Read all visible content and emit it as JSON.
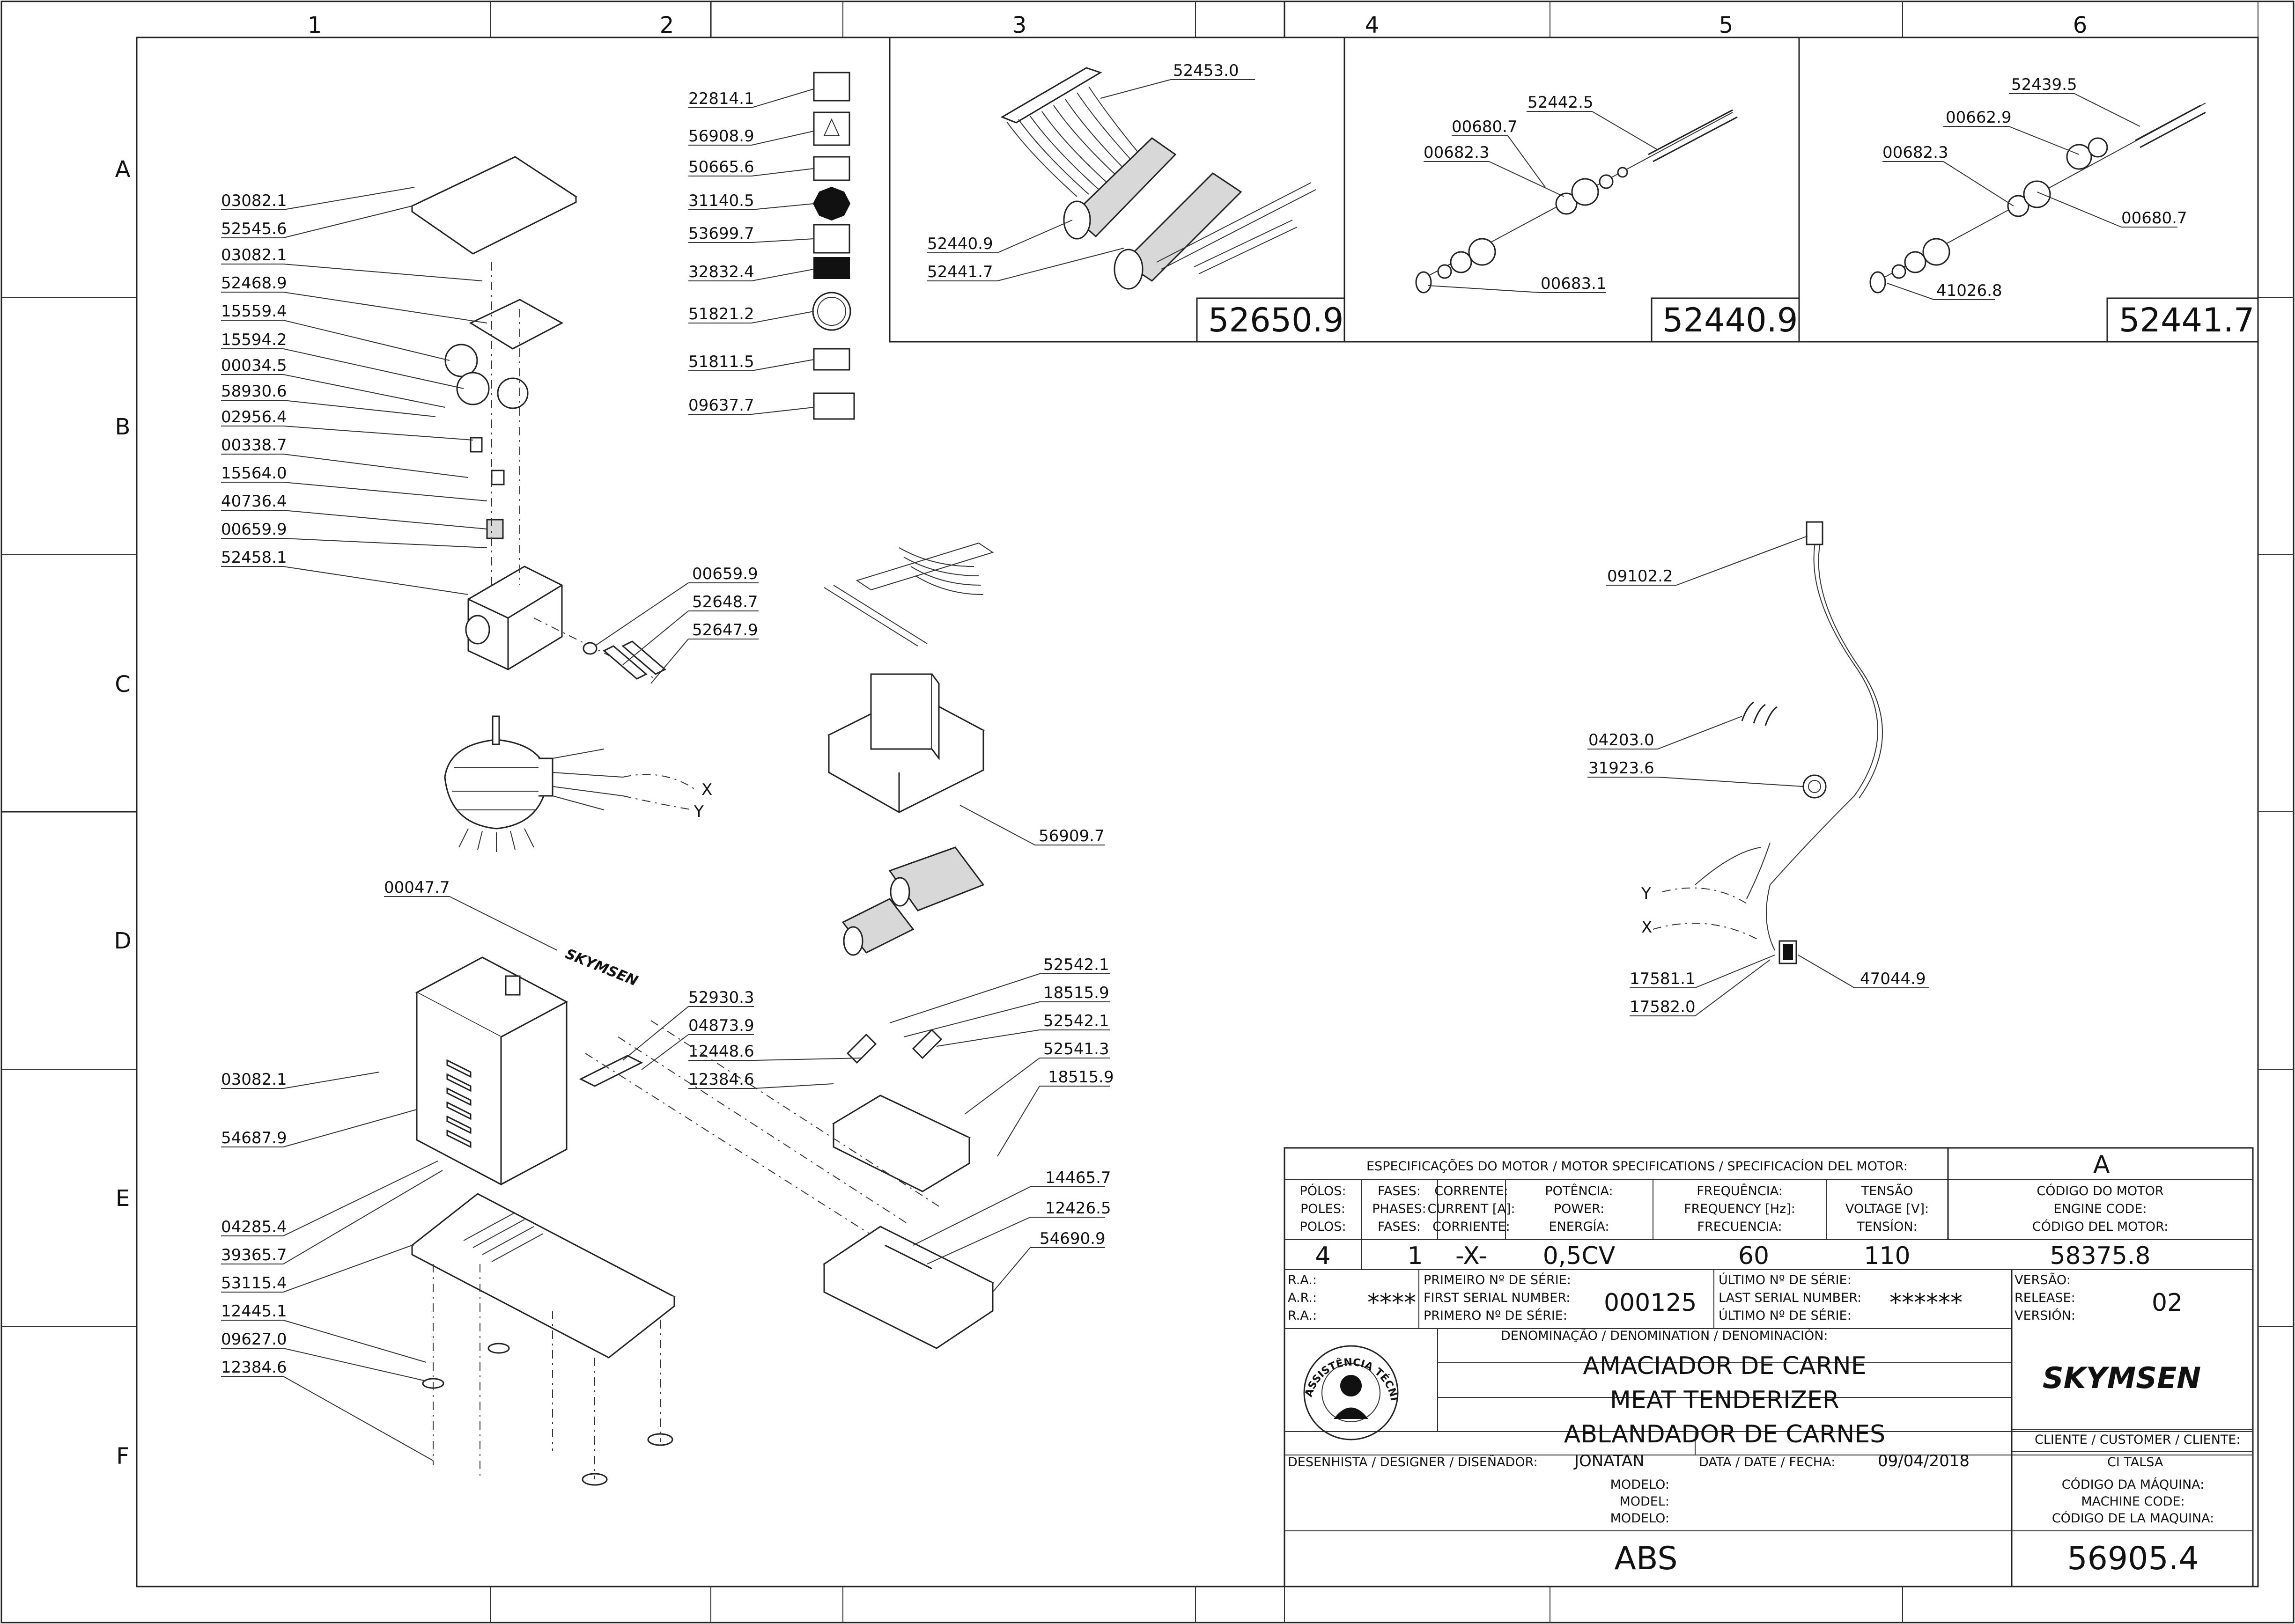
{
  "grid": {
    "columns": [
      "1",
      "2",
      "3",
      "4",
      "5",
      "6"
    ],
    "rows": [
      "A",
      "B",
      "C",
      "D",
      "E",
      "F"
    ]
  },
  "callouts_column1": [
    "03082.1",
    "52545.6",
    "03082.1",
    "52468.9",
    "15559.4",
    "15594.2",
    "00034.5",
    "58930.6",
    "02956.4",
    "00338.7",
    "15564.0",
    "40736.4",
    "00659.9",
    "52458.1"
  ],
  "callouts_motor": [
    "00659.9",
    "52648.7",
    "52647.9"
  ],
  "wire_marks": {
    "x": "X",
    "y": "Y"
  },
  "labels_stack": [
    "22814.1",
    "56908.9",
    "50665.6",
    "31140.5",
    "53699.7",
    "32832.4",
    "51821.2",
    "51811.5",
    "09637.7"
  ],
  "detail_boxes": [
    {
      "code": "52650.9",
      "parts": [
        "52453.0",
        "52440.9",
        "52441.7"
      ]
    },
    {
      "code": "52440.9",
      "parts": [
        "52442.5",
        "00680.7",
        "00682.3",
        "00683.1"
      ]
    },
    {
      "code": "52441.7",
      "parts": [
        "52439.5",
        "00662.9",
        "00682.3",
        "00680.7",
        "41026.8"
      ]
    }
  ],
  "center_callouts": [
    "56909.7",
    "52542.1",
    "18515.9",
    "52542.1",
    "52541.3",
    "18515.9",
    "52930.3",
    "04873.9",
    "12448.6",
    "12384.6",
    "14465.7",
    "12426.5",
    "54690.9"
  ],
  "lower_callouts": [
    "00047.7",
    "03082.1",
    "54687.9",
    "04285.4",
    "39365.7",
    "53115.4",
    "12445.1",
    "09627.0",
    "12384.6"
  ],
  "cable_callouts": [
    "09102.2",
    "04203.0",
    "31923.6",
    "17581.1",
    "17582.0",
    "47044.9"
  ],
  "cable_marks": {
    "y": "Y",
    "x": "X"
  },
  "logos": {
    "brand": "SKYMSEN",
    "seal_top": "ASSISTÊNCIA TÉCNICA AUTORIZADA"
  },
  "title_block": {
    "motor_spec_header": "ESPECIFICAÇÕES DO MOTOR / MOTOR SPECIFICATIONS / SPECIFICACÍON DEL MOTOR:",
    "revision_letter": "A",
    "specs": [
      {
        "label": [
          "PÓLOS:",
          "POLES:",
          "POLOS:"
        ],
        "value": "4"
      },
      {
        "label": [
          "FASES:",
          "PHASES:",
          "FASES:"
        ],
        "value": "1"
      },
      {
        "label": [
          "CORRENTE:",
          "CURRENT [A]:",
          "CORRIENTE:"
        ],
        "value": "-X-"
      },
      {
        "label": [
          "POTÊNCIA:",
          "POWER:",
          "ENERGÍA:"
        ],
        "value": "0,5CV"
      },
      {
        "label": [
          "FREQUÊNCIA:",
          "FREQUENCY [Hz]:",
          "FRECUENCIA:"
        ],
        "value": "60"
      },
      {
        "label": [
          "TENSÃO",
          "VOLTAGE [V]:",
          "TENSÍON:"
        ],
        "value": "110"
      },
      {
        "label": [
          "CÓDIGO DO MOTOR",
          "ENGINE CODE:",
          "CÓDIGO DEL MOTOR:"
        ],
        "value": "58375.8"
      }
    ],
    "ra": {
      "label": [
        "R.A.:",
        "A.R.:",
        "R.A.:"
      ],
      "value": "****"
    },
    "first_serial": {
      "label": [
        "PRIMEIRO Nº DE SÉRIE:",
        "FIRST SERIAL NUMBER:",
        "PRIMERO Nº DE SÉRIE:"
      ],
      "value": "000125"
    },
    "last_serial": {
      "label": [
        "ÚLTIMO Nº DE SÉRIE:",
        "LAST SERIAL NUMBER:",
        "ÚLTIMO Nº DE SÉRIE:"
      ],
      "value": "******"
    },
    "version": {
      "label": [
        "VERSÃO:",
        "RELEASE:",
        "VERSIÓN:"
      ],
      "value": "02"
    },
    "denomination_label": "DENOMINAÇÃO / DENOMINATION / DENOMINACIÓN:",
    "names": [
      "AMACIADOR DE CARNE",
      "MEAT TENDERIZER",
      "ABLANDADOR DE CARNES"
    ],
    "customer_label": "CLIENTE / CUSTOMER / CLIENTE:",
    "customer": "CI TALSA",
    "designer_label": "DESENHISTA / DESIGNER / DISEÑADOR:",
    "designer": "JONATAN",
    "date_label": "DATA / DATE / FECHA:",
    "date": "09/04/2018",
    "model_label": [
      "MODELO:",
      "MODEL:",
      "MODELO:"
    ],
    "machine_code_label": [
      "CÓDIGO DA MÁQUINA:",
      "MACHINE CODE:",
      "CÓDIGO DE LA MAQUINA:"
    ],
    "model": "ABS",
    "machine_code": "56905.4"
  }
}
